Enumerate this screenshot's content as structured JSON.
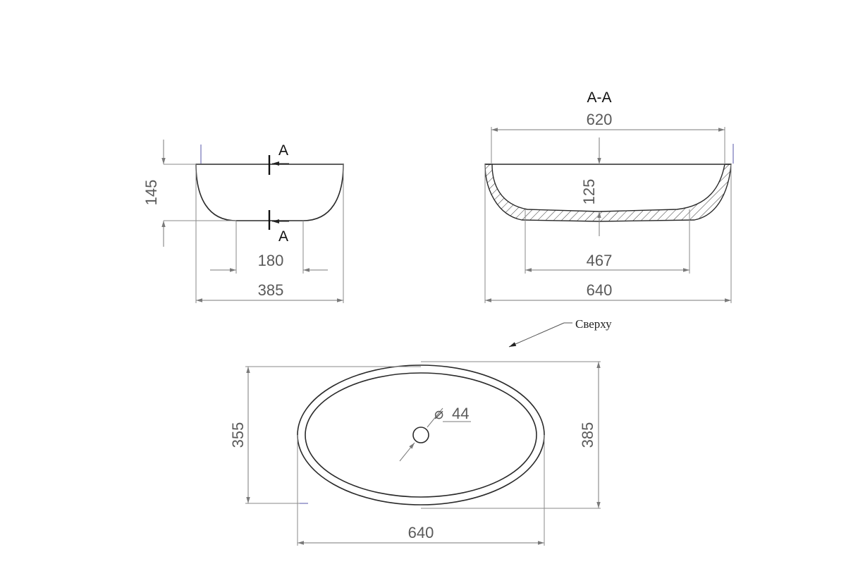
{
  "section": {
    "label": "A-A",
    "mark_top": "A",
    "mark_bottom": "A"
  },
  "side_view": {
    "height": "145",
    "bottom_width": "180",
    "overall_width": "385"
  },
  "section_view": {
    "top_width": "620",
    "depth": "125",
    "base_width": "467",
    "overall_width": "640"
  },
  "top_view": {
    "note": "Сверху",
    "inner_height": "355",
    "outer_height": "385",
    "width": "640",
    "drain_diameter": "44",
    "diameter_symbol": "⌀"
  },
  "colors": {
    "outline": "#2a2a2a",
    "dimension": "#7a7a7a",
    "text": "#5a5a5a"
  }
}
